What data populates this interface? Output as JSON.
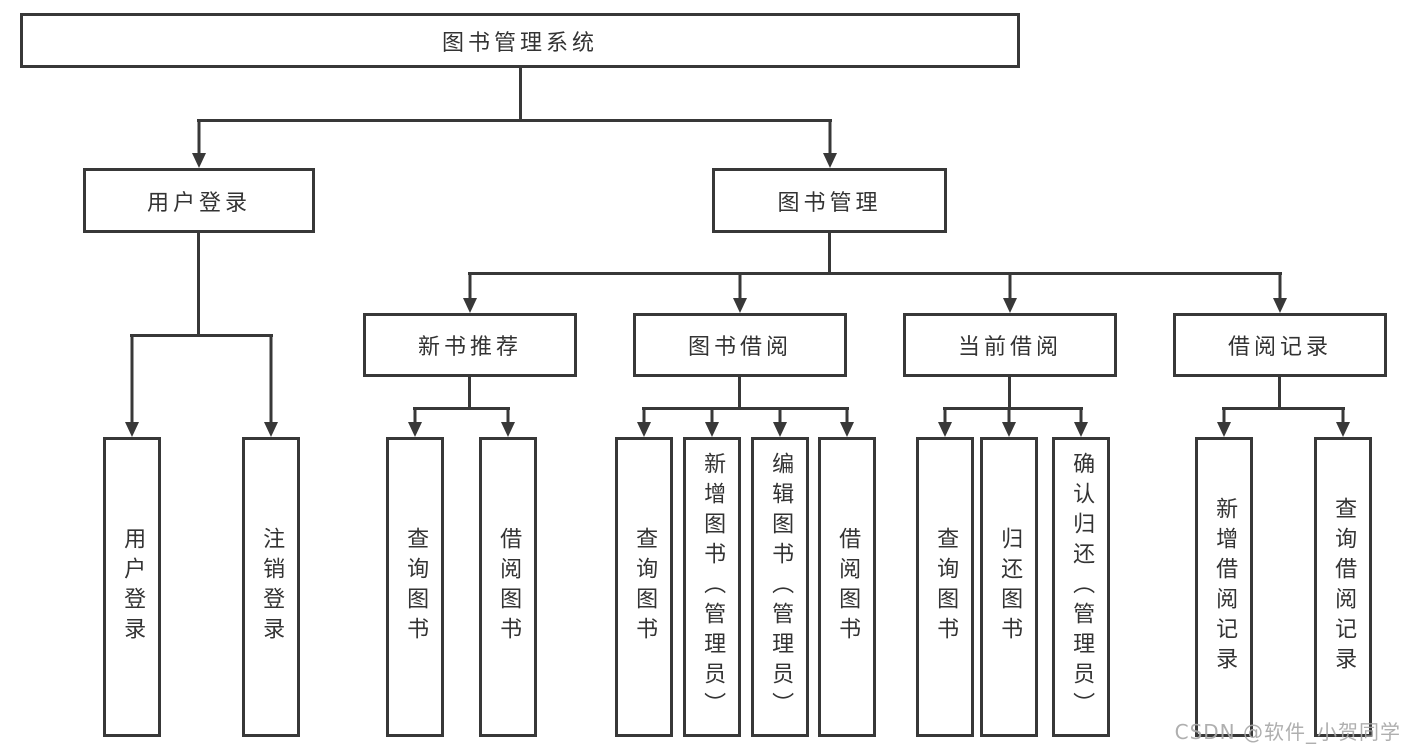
{
  "diagram": {
    "title": "图书管理系统",
    "type": "hierarchy-tree",
    "root": {
      "label": "图书管理系统"
    },
    "level2": [
      {
        "label": "用户登录"
      },
      {
        "label": "图书管理"
      }
    ],
    "level3": [
      {
        "label": "新书推荐"
      },
      {
        "label": "图书借阅"
      },
      {
        "label": "当前借阅"
      },
      {
        "label": "借阅记录"
      }
    ],
    "leaves": {
      "user_login": [
        "用户登录",
        "注销登录"
      ],
      "new_book": [
        "查询图书",
        "借阅图书"
      ],
      "book_borrow": [
        "查询图书",
        "新增图书（管理员）",
        "编辑图书（管理员）",
        "借阅图书"
      ],
      "current_borrow": [
        "查询图书",
        "归还图书",
        "确认归还（管理员）"
      ],
      "borrow_record": [
        "新增借阅记录",
        "查询借阅记录"
      ]
    },
    "colors": {
      "line": "#383838",
      "text": "#333333",
      "background": "#ffffff",
      "watermark": "#a8a8a8"
    },
    "watermark": "CSDN @软件_小贺同学"
  }
}
